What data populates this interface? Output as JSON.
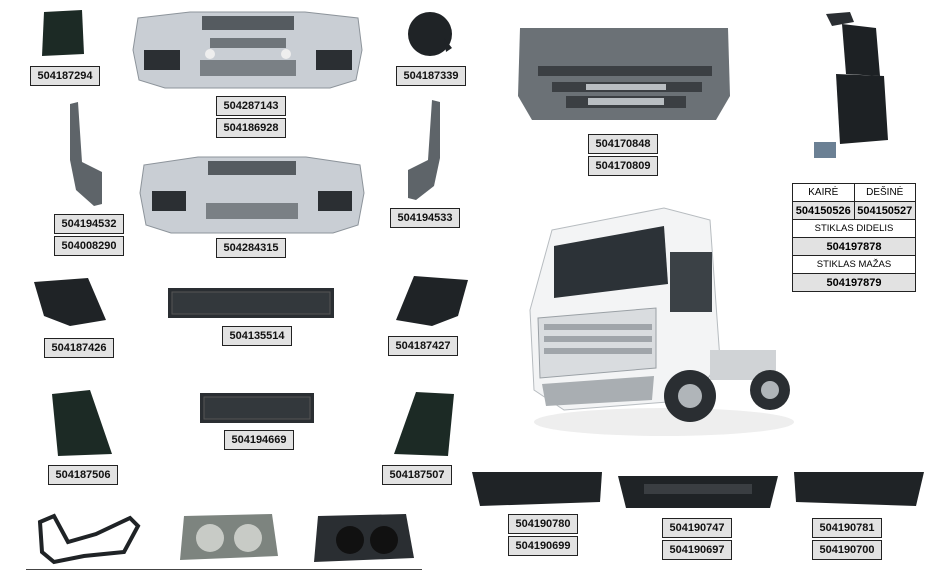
{
  "parts": {
    "p1": "504187294",
    "p2": "504187339",
    "p3a": "504287143",
    "p3b": "504186928",
    "p4a": "504194532",
    "p4b": "504008290",
    "p5": "504284315",
    "p6": "504194533",
    "p7": "504187426",
    "p8": "504135514",
    "p9": "504187427",
    "p10": "504187506",
    "p11": "504194669",
    "p12": "504187507",
    "p13a": "504170848",
    "p13b": "504170809",
    "p14a": "504190780",
    "p14b": "504190699",
    "p15a": "504190747",
    "p15b": "504190697",
    "p16a": "504190781",
    "p16b": "504190700"
  },
  "mirror_table": {
    "left_header": "KAIRĖ",
    "right_header": "DEŠINĖ",
    "left_code": "504150526",
    "right_code": "504150527",
    "glass_large_label": "STIKLAS DIDELIS",
    "glass_large_code": "504197878",
    "glass_small_label": "STIKLAS MAŽAS",
    "glass_small_code": "504197879"
  },
  "colors": {
    "label_bg": "#e2e2e2",
    "label_border": "#222222",
    "bumper_grey": "#c9ced4",
    "part_black": "#1f2326"
  }
}
